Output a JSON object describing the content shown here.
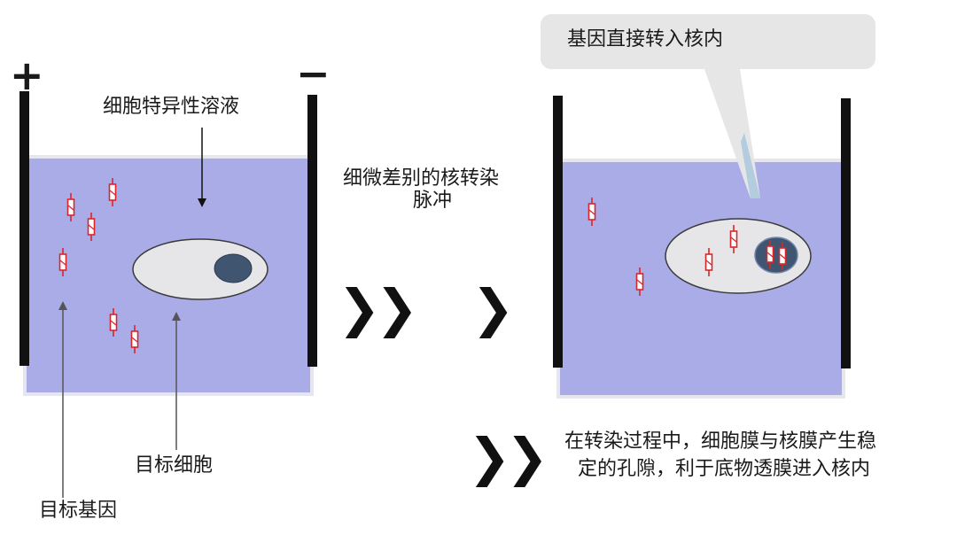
{
  "left_panel": {
    "plus_sign": "+",
    "minus_sign": "−",
    "solution_label": "细胞特异性溶液",
    "target_cell_label": "目标细胞",
    "target_gene_label": "目标基因"
  },
  "middle": {
    "pulse_label_line1": "细微差别的核转染",
    "pulse_label_line2": "脉冲",
    "arrow_glyph": "❯"
  },
  "right_panel": {
    "callout_text": "基因直接转入核内"
  },
  "bottom_note": {
    "line1": "在转染过程中，细胞膜与核膜产生稳",
    "line2": "定的孔隙，利于底物透膜进入核内"
  },
  "colors": {
    "solution": "#aaace8",
    "cell": "#e6e6e9",
    "nucleus": "#3f5570",
    "gene_outline": "#d9262b",
    "electrode": "#111111",
    "callout": "#e6e6e6"
  },
  "icons": {
    "gene": "dna-fragment-icon",
    "arrow": "chevron-right-icon"
  }
}
